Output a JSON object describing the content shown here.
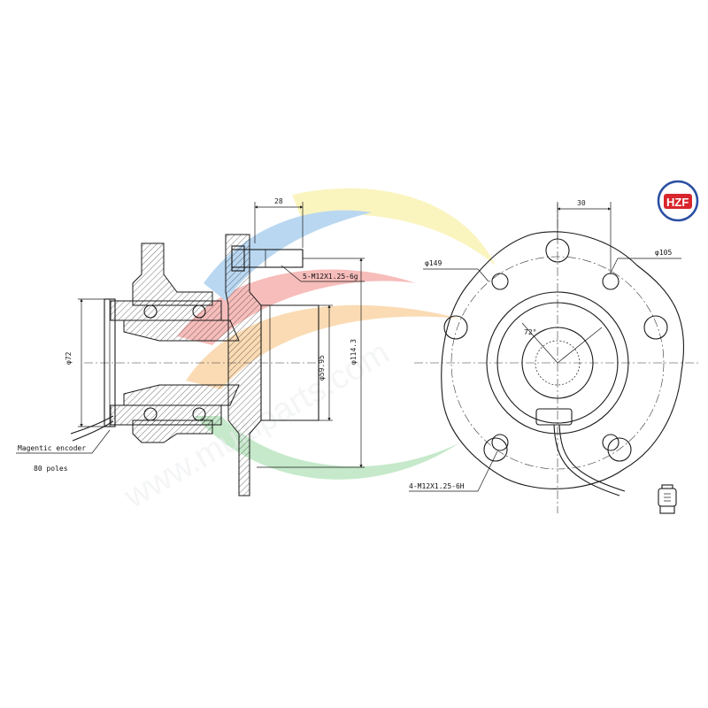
{
  "logo": {
    "text": "HZF",
    "ring_color": "#2b4fa3",
    "fill_color": "#d8262c"
  },
  "watermark": {
    "text": "www.multiparts.com",
    "colors": [
      "#e9463f",
      "#f39a2b",
      "#f2e04a",
      "#5cc36a",
      "#3a8fd8"
    ]
  },
  "side_view": {
    "dim_stud_length": "28",
    "dim_bore": "φ72",
    "dim_pilot": "φ59.95",
    "dim_pcd": "φ114.3",
    "callout_bolts": "5-M12X1.25-6g",
    "callout_encoder": "Magentic encoder",
    "callout_poles": "80 poles"
  },
  "front_view": {
    "dim_offset": "30",
    "dim_flange": "φ149",
    "dim_mount_pcd": "φ105",
    "dim_angle": "72°",
    "callout_mount_holes": "4-M12X1.25-6H"
  },
  "icons": [
    "hzf-logo",
    "connector-icon"
  ]
}
